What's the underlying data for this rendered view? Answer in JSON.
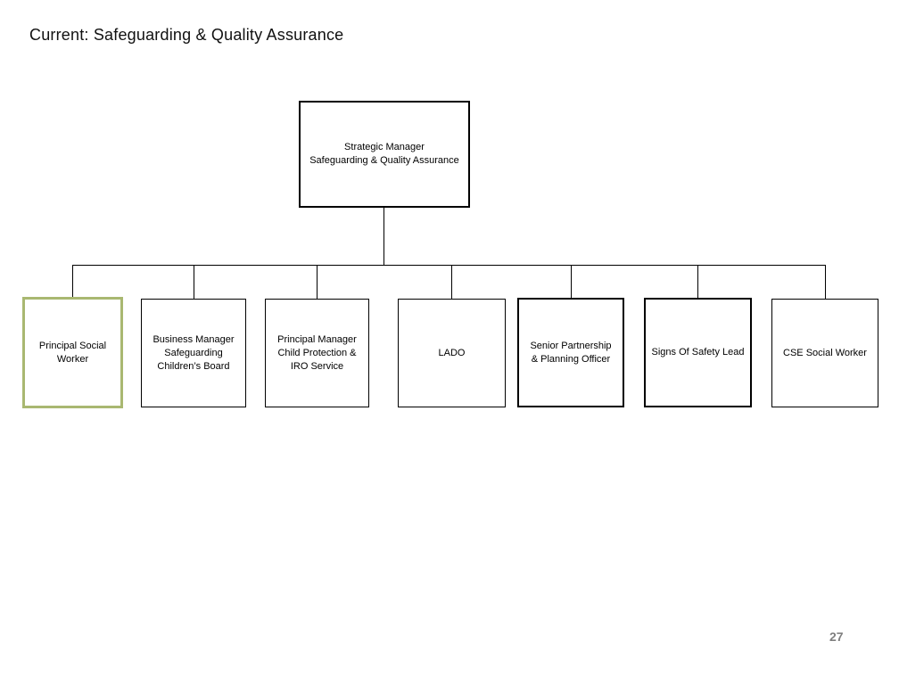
{
  "page": {
    "title": "Current: Safeguarding & Quality Assurance",
    "page_number": "27"
  },
  "colors": {
    "highlight_border": "#a9b871",
    "box_border": "#000000",
    "connector": "#000000",
    "page_number_color": "#7f7f7f",
    "background": "#ffffff",
    "text": "#000000"
  },
  "org_chart": {
    "root": {
      "label": "Strategic Manager\nSafeguarding & Quality Assurance"
    },
    "children": [
      {
        "label": "Principal Social\nWorker",
        "emphasis": "highlight"
      },
      {
        "label": "Business Manager\nSafeguarding\nChildren’s Board",
        "emphasis": "thin"
      },
      {
        "label": "Principal Manager\nChild Protection &\nIRO Service",
        "emphasis": "thin"
      },
      {
        "label": "LADO",
        "emphasis": "thin"
      },
      {
        "label": "Senior Partnership\n& Planning Officer",
        "emphasis": "bold"
      },
      {
        "label": "Signs Of Safety Lead",
        "emphasis": "bold"
      },
      {
        "label": "CSE Social Worker",
        "emphasis": "thin"
      }
    ]
  }
}
